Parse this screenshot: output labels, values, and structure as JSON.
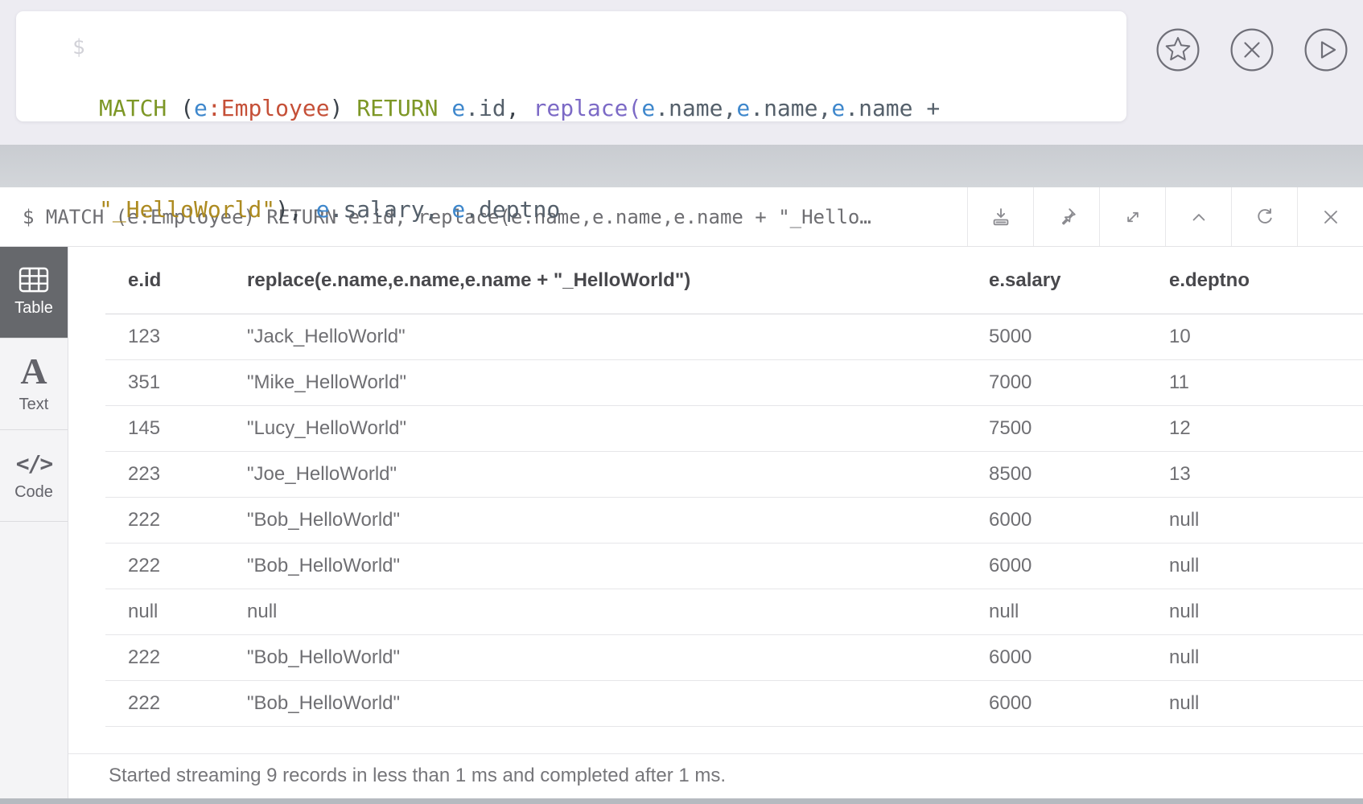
{
  "editor": {
    "prompt": "$",
    "line1_tokens": [
      {
        "t": "MATCH",
        "y": "kw"
      },
      {
        "t": " ",
        "y": "pl"
      },
      {
        "t": "(",
        "y": "pr"
      },
      {
        "t": "e",
        "y": "var"
      },
      {
        "t": ":Employee",
        "y": "label"
      },
      {
        "t": ")",
        "y": "pr"
      },
      {
        "t": " ",
        "y": "pl"
      },
      {
        "t": "RETURN",
        "y": "kw"
      },
      {
        "t": " ",
        "y": "pl"
      },
      {
        "t": "e",
        "y": "var"
      },
      {
        "t": ".id",
        "y": "prop"
      },
      {
        "t": ", ",
        "y": "pr"
      },
      {
        "t": "replace(",
        "y": "fn"
      },
      {
        "t": "e",
        "y": "var"
      },
      {
        "t": ".name",
        "y": "prop"
      },
      {
        "t": ",",
        "y": "pl"
      },
      {
        "t": "e",
        "y": "var"
      },
      {
        "t": ".name",
        "y": "prop"
      },
      {
        "t": ",",
        "y": "pl"
      },
      {
        "t": "e",
        "y": "var"
      },
      {
        "t": ".name",
        "y": "prop"
      },
      {
        "t": " + ",
        "y": "pl"
      }
    ],
    "line2_tokens": [
      {
        "t": "\"_HelloWorld\"",
        "y": "str"
      },
      {
        "t": "), ",
        "y": "pr"
      },
      {
        "t": "e",
        "y": "var"
      },
      {
        "t": ".salary",
        "y": "prop"
      },
      {
        "t": ", ",
        "y": "pl"
      },
      {
        "t": "e",
        "y": "var"
      },
      {
        "t": ".deptno",
        "y": "prop"
      }
    ],
    "actions": [
      {
        "name": "favorite",
        "icon": "star-icon"
      },
      {
        "name": "close",
        "icon": "close-icon"
      },
      {
        "name": "run",
        "icon": "play-icon"
      }
    ]
  },
  "frame": {
    "query_summary": "$ MATCH (e:Employee) RETURN e.id, replace(e.name,e.name,e.name + \"_Hello…",
    "toolbar_icons": [
      "download",
      "pin",
      "fullscreen",
      "collapse",
      "rerun",
      "close"
    ],
    "sidebar": [
      {
        "label": "Table",
        "active": true
      },
      {
        "label": "Text",
        "active": false
      },
      {
        "label": "Code",
        "active": false
      }
    ],
    "table": {
      "headers": [
        "e.id",
        "replace(e.name,e.name,e.name + \"_HelloWorld\")",
        "e.salary",
        "e.deptno"
      ],
      "rows": [
        [
          "123",
          "\"Jack_HelloWorld\"",
          "5000",
          "10"
        ],
        [
          "351",
          "\"Mike_HelloWorld\"",
          "7000",
          "11"
        ],
        [
          "145",
          "\"Lucy_HelloWorld\"",
          "7500",
          "12"
        ],
        [
          "223",
          "\"Joe_HelloWorld\"",
          "8500",
          "13"
        ],
        [
          "222",
          "\"Bob_HelloWorld\"",
          "6000",
          "null"
        ],
        [
          "222",
          "\"Bob_HelloWorld\"",
          "6000",
          "null"
        ],
        [
          "null",
          "null",
          "null",
          "null"
        ],
        [
          "222",
          "\"Bob_HelloWorld\"",
          "6000",
          "null"
        ],
        [
          "222",
          "\"Bob_HelloWorld\"",
          "6000",
          "null"
        ]
      ]
    },
    "status": "Started streaming 9 records in less than 1 ms and completed after 1 ms."
  },
  "colors": {
    "page_background": "#edecf2",
    "gray_band": "#cfd2d6",
    "active_tab": "#66686c",
    "keyword": "#7d9726",
    "variable": "#3e87cc",
    "node_label": "#c55038",
    "function": "#7c6ac6",
    "string": "#ad8b21",
    "bottom_strip": "#b6bac0"
  }
}
